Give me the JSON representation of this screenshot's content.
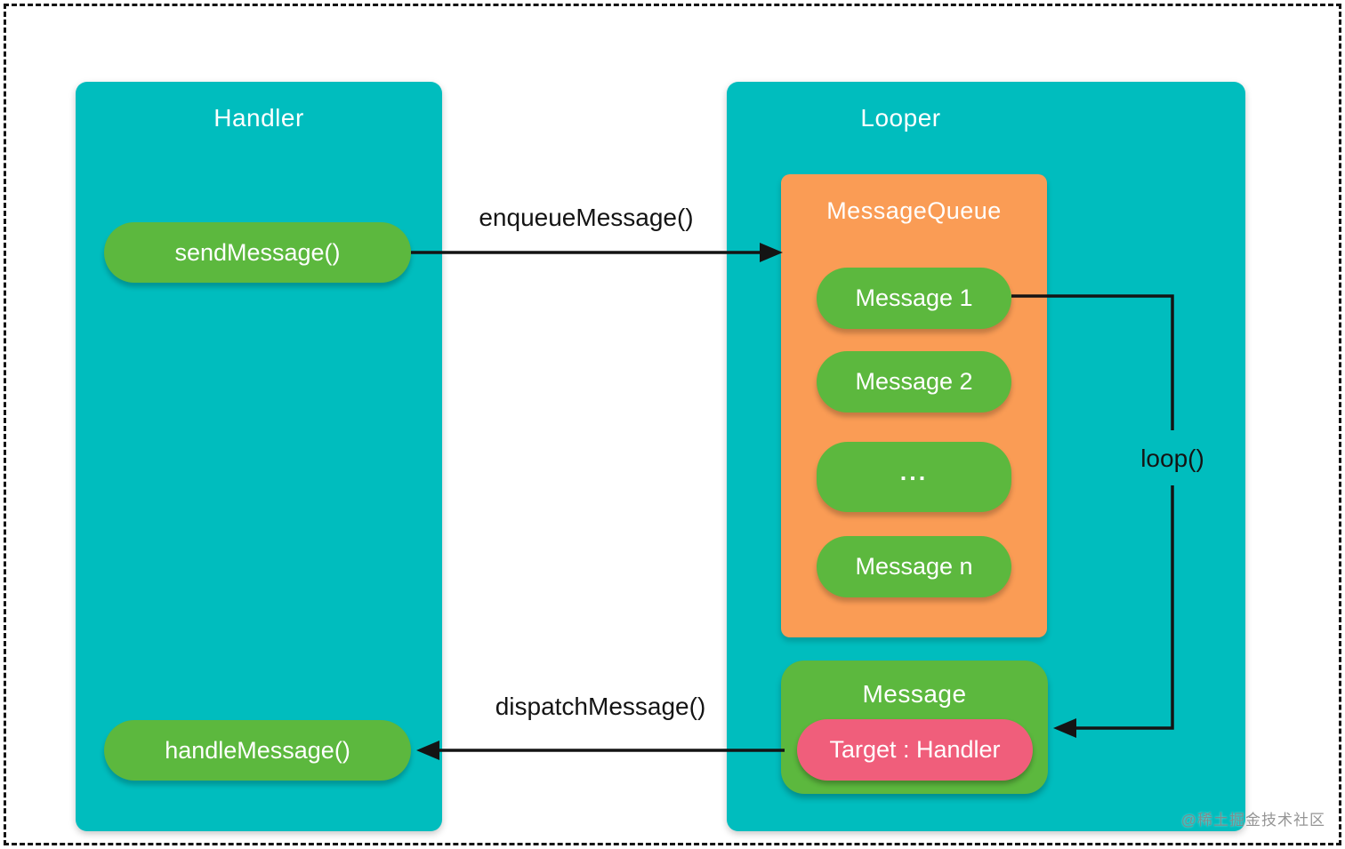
{
  "diagram": {
    "handler": {
      "title": "Handler",
      "send_label": "sendMessage()",
      "handle_label": "handleMessage()"
    },
    "looper": {
      "title": "Looper",
      "queue": {
        "title": "MessageQueue",
        "items": [
          "Message 1",
          "Message 2",
          "...",
          "Message n"
        ]
      },
      "message": {
        "title": "Message",
        "target_label": "Target : Handler"
      }
    },
    "arrows": {
      "enqueue_label": "enqueueMessage()",
      "dispatch_label": "dispatchMessage()",
      "loop_label": "loop()"
    },
    "watermark": "@稀土掘金技术社区",
    "colors": {
      "teal": "#00bdbe",
      "green": "#5cb83e",
      "orange": "#fa9c55",
      "pink": "#f05e7b",
      "arrow_black": "#141414",
      "background": "#ffffff"
    }
  }
}
